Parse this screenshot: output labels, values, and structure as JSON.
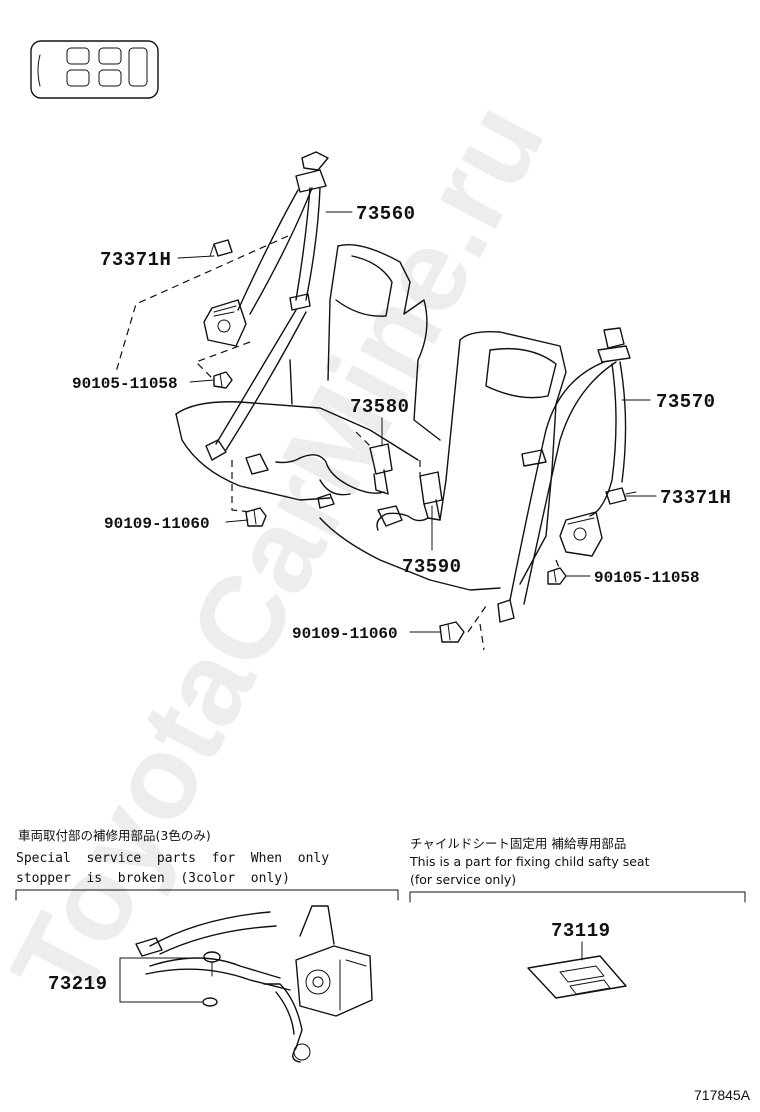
{
  "watermark": "ToyotaCarMine.ru",
  "figure_id": "717845A",
  "callouts": {
    "belt_front_left": "73560",
    "belt_right": "73570",
    "buckle_center": "73580",
    "buckle_right_center": "73590",
    "cover_left": "73371H",
    "cover_right": "73371H",
    "bolt_upper_left": "90105-11058",
    "bolt_upper_right": "90105-11058",
    "bolt_lower_left": "90109-11060",
    "bolt_lower_center": "90109-11060"
  },
  "box_left": {
    "title_jp": "車両取付部の補修用部品(3色のみ)",
    "line1": "Special  service  parts  for  When  only",
    "line2": "stopper  is  broken  (3color  only)",
    "part": "73219"
  },
  "box_right": {
    "title_jp": "チャイルドシート固定用 補給専用部品",
    "line1": "This is a part for fixing child safty seat",
    "line2": "(for service only)",
    "part": "73119"
  }
}
